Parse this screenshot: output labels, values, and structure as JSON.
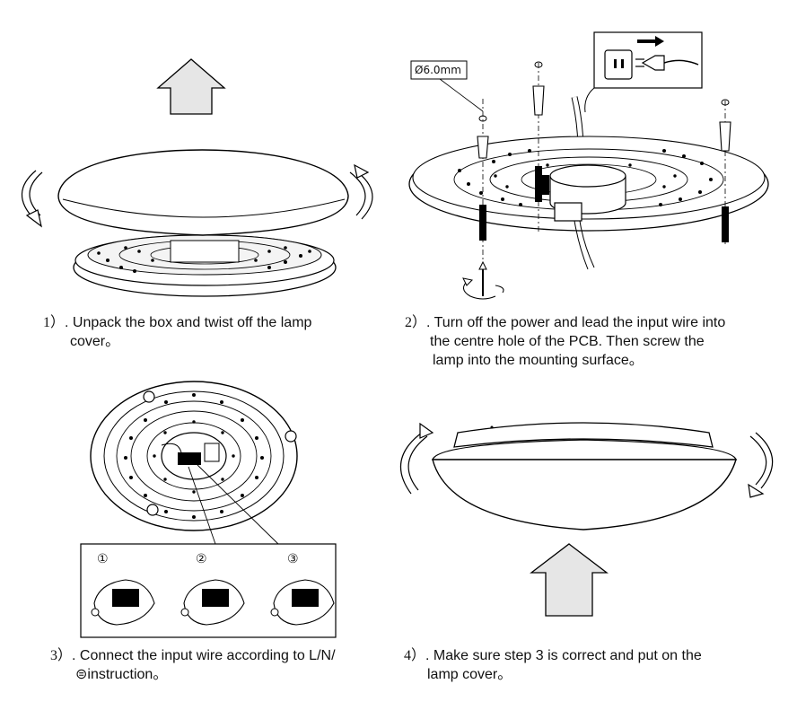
{
  "steps": [
    {
      "number": "1）",
      "text": ". Unpack the box and twist off the lamp",
      "text2": "cover。"
    },
    {
      "number": "2）",
      "text": ". Turn off the power and lead the input wire into",
      "text2": "the centre hole of the PCB. Then screw the",
      "text3": "lamp into the mounting surface。"
    },
    {
      "number": "3）",
      "text": ". Connect the input wire according to L/N/",
      "ground_symbol": "⊜",
      "text2": "instruction。"
    },
    {
      "number": "4）",
      "text": ". Make sure step 3 is correct and put on the",
      "text2": "lamp cover。"
    }
  ],
  "drill_label": "Ø6.0mm",
  "connector_numbers": [
    "①",
    "②",
    "③"
  ],
  "icons": [
    "arrow-up-icon",
    "rotate-left-icon",
    "rotate-right-icon",
    "plug-icon",
    "socket-icon",
    "screw-icon",
    "wall-plug-icon",
    "ground-icon"
  ]
}
